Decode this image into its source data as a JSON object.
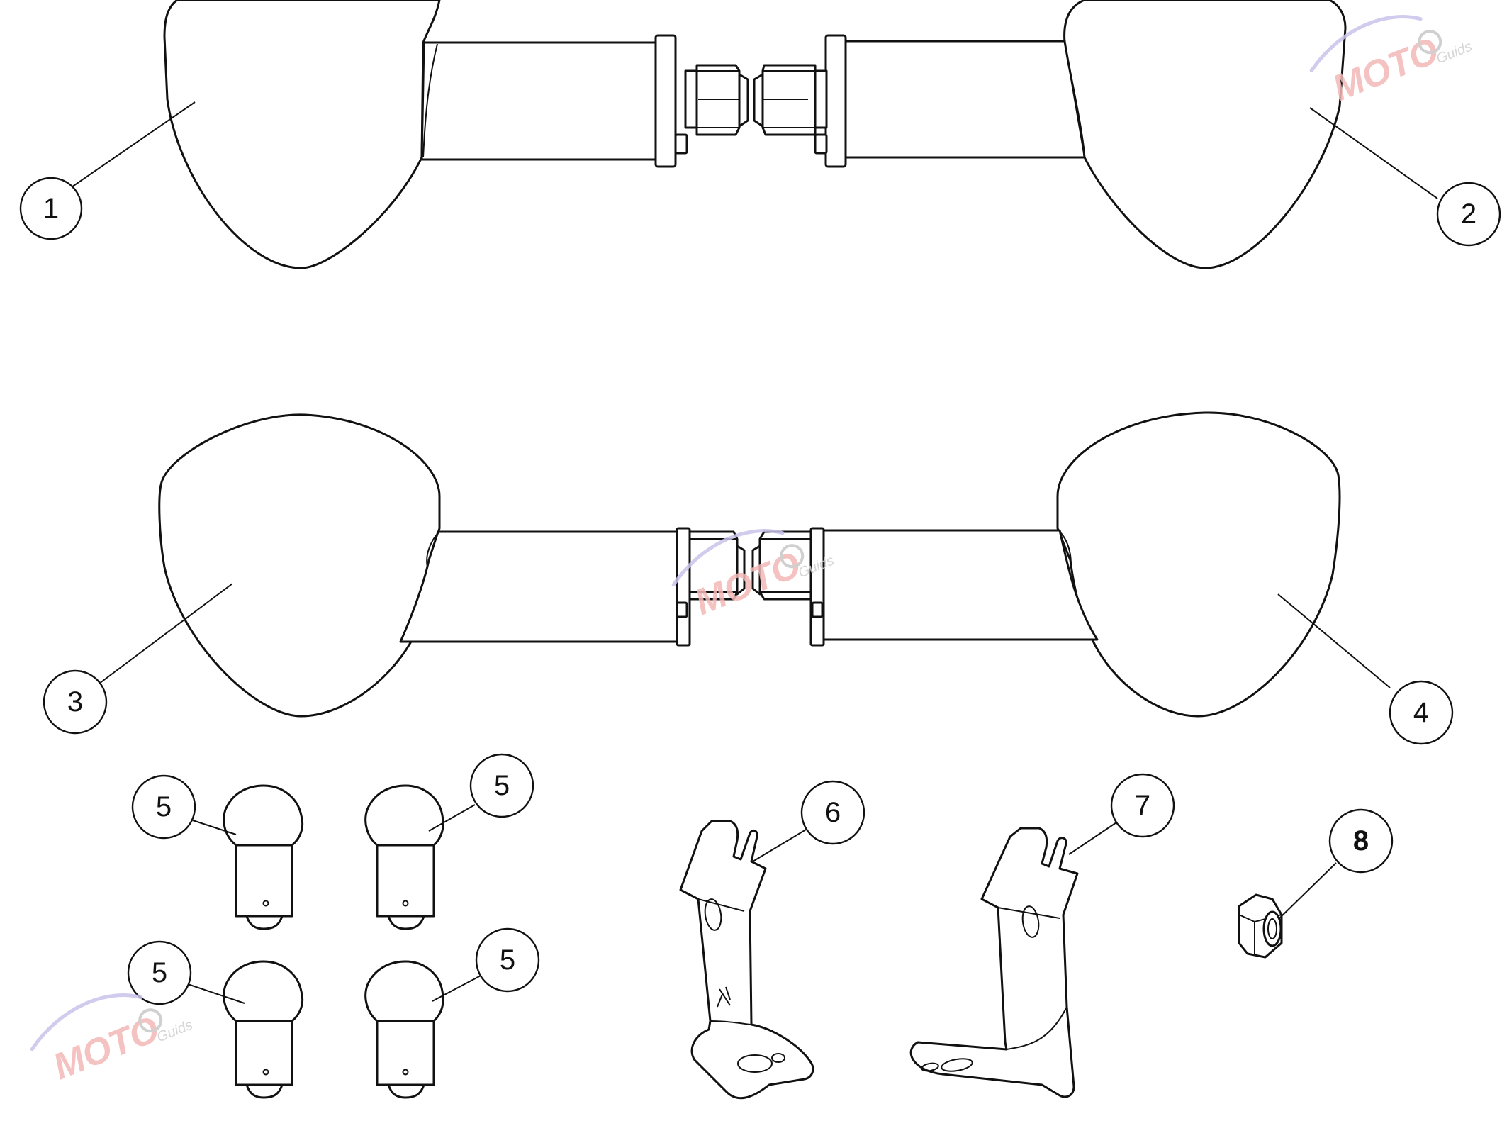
{
  "callouts": [
    {
      "id": "c1",
      "label": "1"
    },
    {
      "id": "c2",
      "label": "2"
    },
    {
      "id": "c3",
      "label": "3"
    },
    {
      "id": "c4",
      "label": "4"
    },
    {
      "id": "c5a",
      "label": "5"
    },
    {
      "id": "c5b",
      "label": "5"
    },
    {
      "id": "c5c",
      "label": "5"
    },
    {
      "id": "c5d",
      "label": "5"
    },
    {
      "id": "c6",
      "label": "6"
    },
    {
      "id": "c7",
      "label": "7"
    },
    {
      "id": "c8",
      "label": "8"
    }
  ],
  "watermark": {
    "logo": "MOTO",
    "subtitle": "Guids",
    "colors": {
      "logo": "#f4b8b8",
      "swoosh": "#c9c3ea",
      "gear": "#c8c8c8"
    }
  },
  "colors": {
    "line": "#111111",
    "background": "#ffffff"
  }
}
